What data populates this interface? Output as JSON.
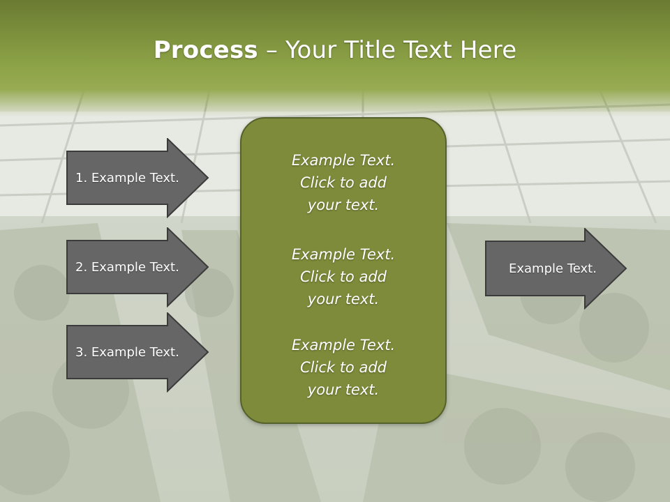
{
  "title": {
    "bold": "Process",
    "rest": " – Your Title Text Here"
  },
  "left_arrows": [
    {
      "label": "1. Example Text."
    },
    {
      "label": "2. Example Text."
    },
    {
      "label": "3. Example Text."
    }
  ],
  "center_items": [
    {
      "lines": [
        "Example Text.",
        "Click  to add",
        "your text."
      ]
    },
    {
      "lines": [
        "Example Text.",
        "Click  to add",
        "your text."
      ]
    },
    {
      "lines": [
        "Example Text.",
        "Click  to add",
        "your text."
      ]
    }
  ],
  "right_arrow": {
    "label": "Example Text."
  },
  "colors": {
    "header_green": "#8a9f42",
    "box_green": "#7d8b3a",
    "arrow_gray": "#666666",
    "text": "#ffffff"
  }
}
